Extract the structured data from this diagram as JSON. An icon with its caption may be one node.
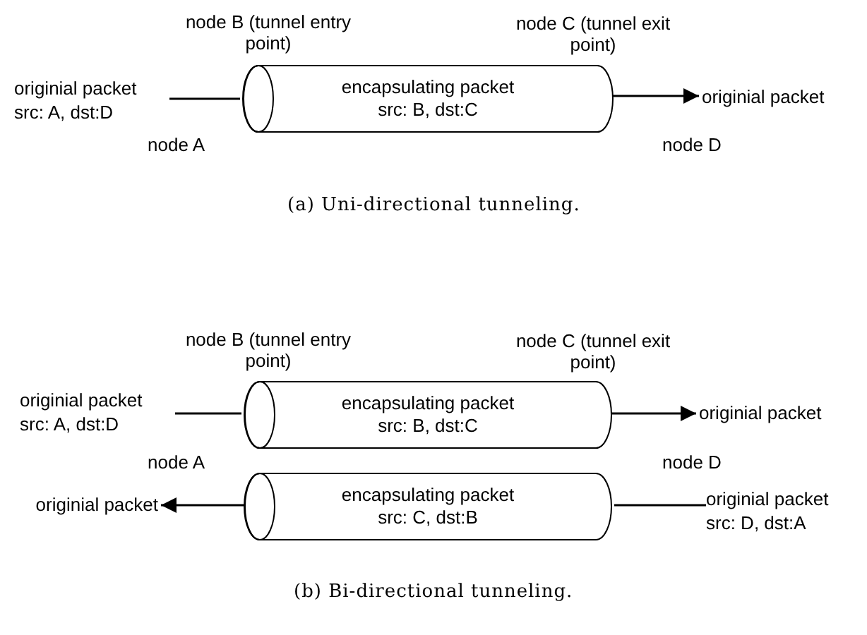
{
  "diagram": {
    "nodes": [
      {
        "text": [
          "originial packet",
          "src: A, dst:D"
        ]
      },
      {
        "text": [
          "encapsulating packet",
          "src: B, dst:C"
        ]
      },
      {
        "text": [
          "originial packet"
        ]
      },
      {
        "text": [
          "originial packet",
          "src: A, dst:D"
        ]
      },
      {
        "text": [
          "encapsulating packet",
          "src: B, dst:C"
        ]
      },
      {
        "text": [
          "originial packet"
        ]
      },
      {
        "text": [
          "originial packet"
        ]
      },
      {
        "text": [
          "encapsulating packet",
          "src: C, dst:B"
        ]
      },
      {
        "text": [
          "originial packet",
          "src: D, dst:A"
        ]
      }
    ],
    "edges": [
      {
        "from": 0,
        "to": 1,
        "arrow": "none"
      },
      {
        "from": 1,
        "to": 2,
        "arrow": "to"
      },
      {
        "from": 3,
        "to": 4,
        "arrow": "none"
      },
      {
        "from": 4,
        "to": 5,
        "arrow": "to"
      },
      {
        "from": 8,
        "to": 7,
        "arrow": "none"
      },
      {
        "from": 7,
        "to": 6,
        "arrow": "to"
      }
    ],
    "labels": [
      "node B (tunnel entry point)",
      "node C (tunnel exit point)",
      "node A",
      "node D",
      "(a) Uni-directional tunneling.",
      "node B (tunnel entry point)",
      "node C (tunnel exit point)",
      "node A",
      "node D",
      "(b) Bi-directional tunneling."
    ]
  }
}
